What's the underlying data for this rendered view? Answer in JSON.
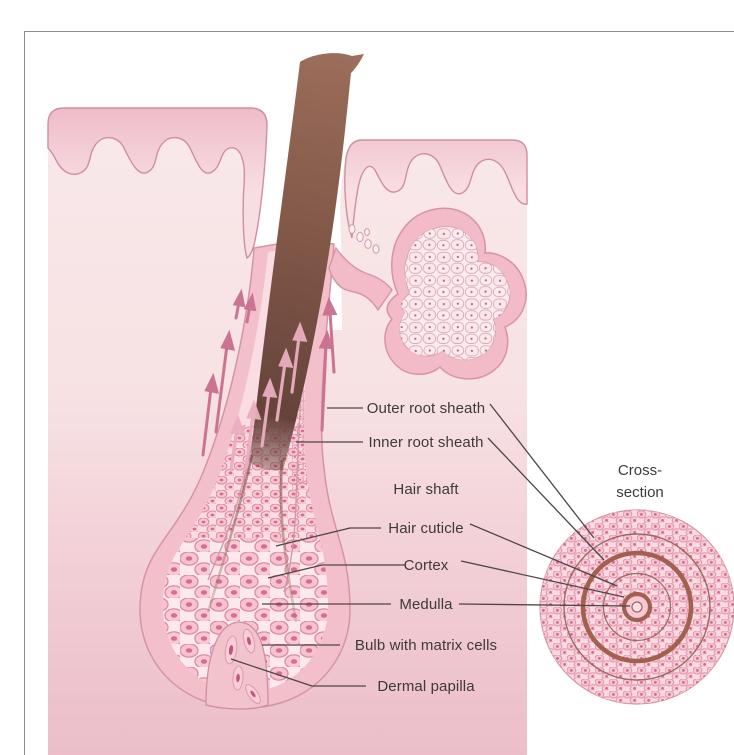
{
  "figure": {
    "type": "anatomical-diagram",
    "subject": "Hair follicle in skin with hair cross-section",
    "labels": {
      "outer_root_sheath": "Outer root sheath",
      "inner_root_sheath": "Inner root sheath",
      "hair_shaft": "Hair shaft",
      "hair_cuticle": "Hair cuticle",
      "cortex": "Cortex",
      "medulla": "Medulla",
      "bulb_matrix": "Bulb with matrix cells",
      "dermal_papilla": "Dermal papilla",
      "cross_section_line1": "Cross-",
      "cross_section_line2": "section"
    },
    "structures": [
      "epidermis",
      "dermis",
      "hair shaft",
      "hair follicle",
      "outer root sheath",
      "inner root sheath",
      "sebaceous gland",
      "growth arrows",
      "bulb with matrix cells",
      "dermal papilla",
      "hair cross-section rings"
    ],
    "colors": {
      "background": "#ffffff",
      "frame_border": "#8d8d8d",
      "dermis_top": "#f9e9ea",
      "dermis_bottom": "#ecbec9",
      "epidermis_band": "#f0c3cd",
      "pink_outline": "#cf8fa0",
      "hair_brown_top": "#9b6d5a",
      "hair_brown_root": "#63413a",
      "cell_fill": "#f8c3d0",
      "cell_outline": "#dd8aa2",
      "nucleus": "#d76d90",
      "ring_brown": "#a2604f",
      "arrow_light": "#eaaec0",
      "arrow_rose": "#c96f8e",
      "leader_line": "#4e4644",
      "label_text": "#3d3a3a"
    }
  }
}
